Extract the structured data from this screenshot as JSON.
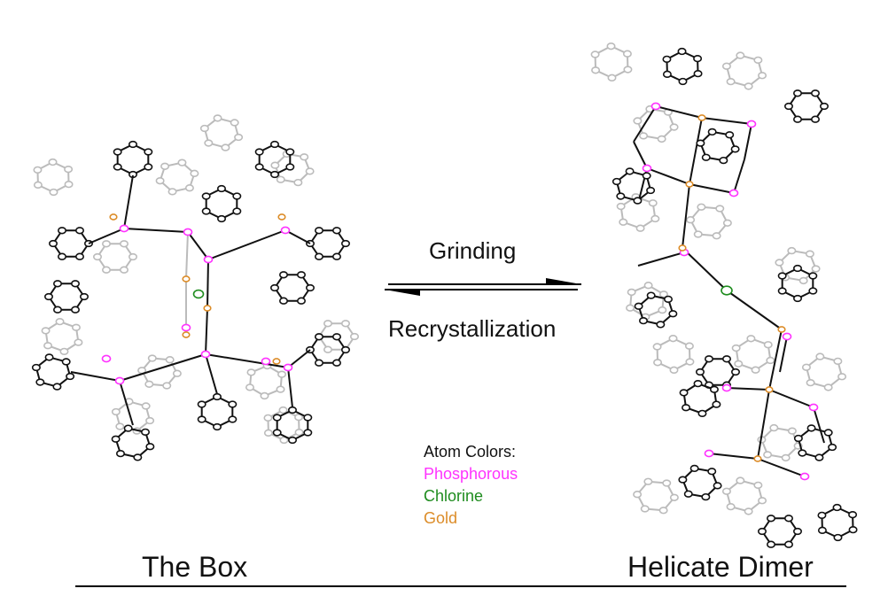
{
  "conditions": {
    "forward": "Grinding",
    "reverse": "Recrystallization"
  },
  "legend": {
    "heading": "Atom Colors:",
    "items": [
      {
        "label": "Phosphorous",
        "color": "#ff33ff"
      },
      {
        "label": "Chlorine",
        "color": "#1e8c1e"
      },
      {
        "label": "Gold",
        "color": "#dc8c28"
      }
    ]
  },
  "labels": {
    "left": "The Box",
    "right": "Helicate Dimer"
  }
}
